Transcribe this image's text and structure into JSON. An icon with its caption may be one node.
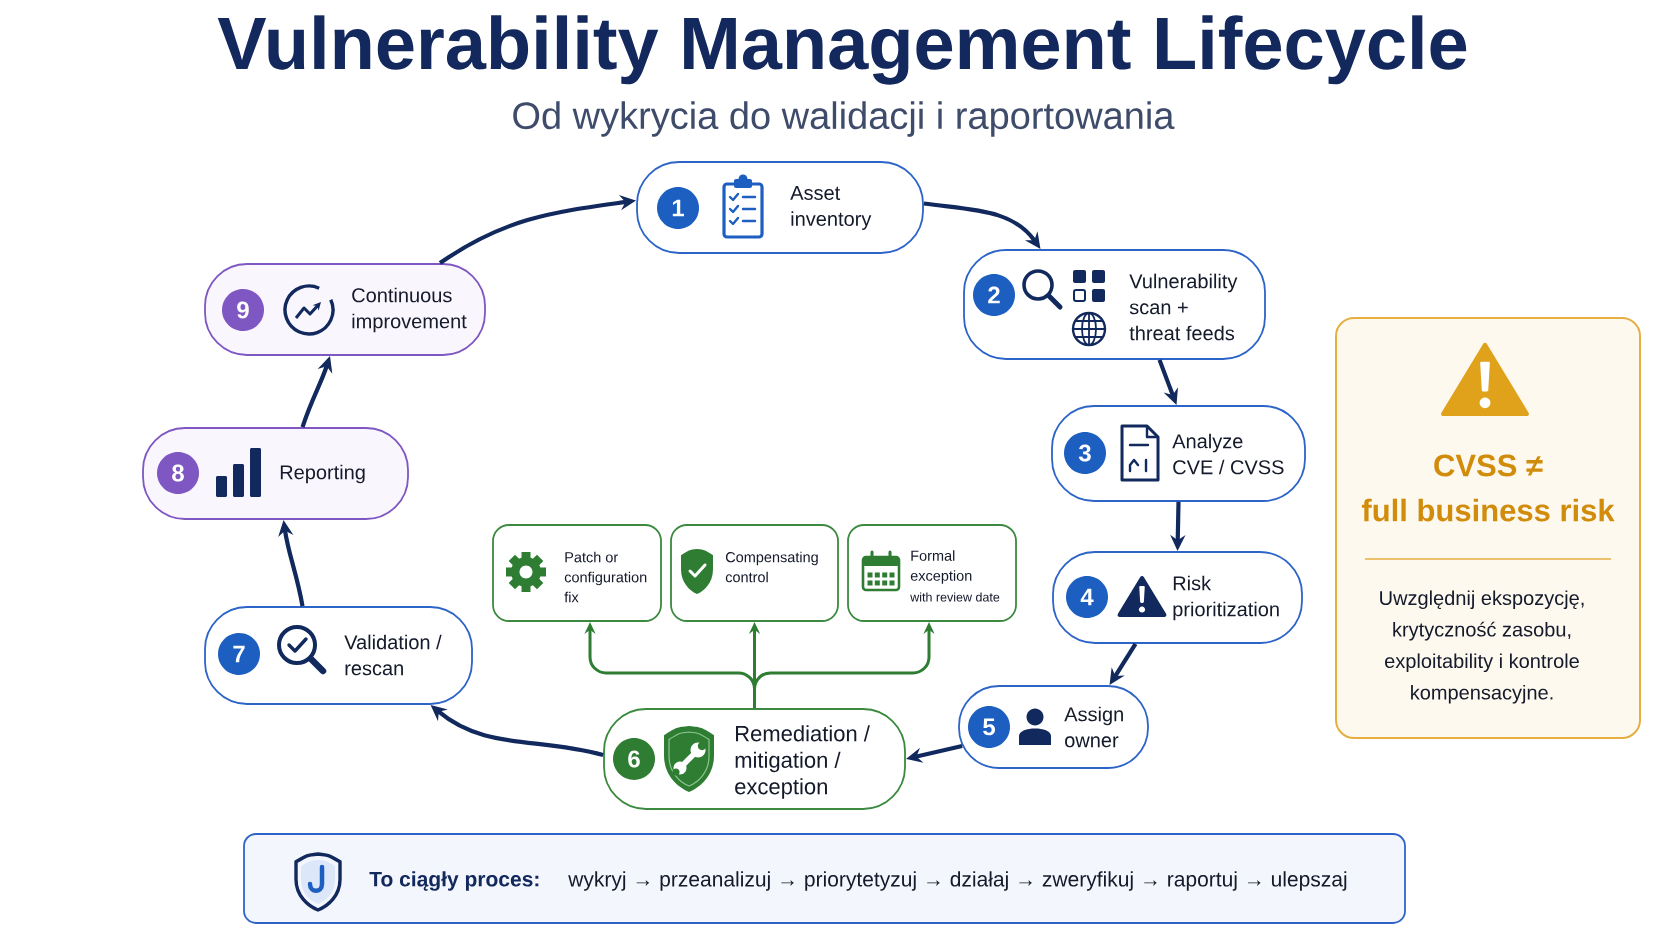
{
  "diagram": {
    "title": "Vulnerability Management Lifecycle",
    "nodes": [
      {
        "text": [
          "1",
          "Asset inventory"
        ]
      },
      {
        "text": [
          "2",
          "Vulnerability scan + threat feeds"
        ]
      },
      {
        "text": [
          "3",
          "Analyze CVE / CVSS"
        ]
      },
      {
        "text": [
          "4",
          "Risk prioritization"
        ]
      },
      {
        "text": [
          "5",
          "Assign owner"
        ]
      },
      {
        "text": [
          "6",
          "Remediation / mitigation / exception"
        ]
      },
      {
        "text": [
          "7",
          "Validation / rescan"
        ]
      },
      {
        "text": [
          "8",
          "Reporting"
        ]
      },
      {
        "text": [
          "9",
          "Continuous improvement"
        ]
      },
      {
        "text": [
          "Patch or configuration fix"
        ]
      },
      {
        "text": [
          "Compensating control"
        ]
      },
      {
        "text": [
          "Formal exception",
          "with review date"
        ]
      },
      {
        "text": [
          "CVSS ≠ full business risk",
          "Uwzględnij ekspozycję, krytyczność zasobu, exploitability i kontrole kompensacyjne."
        ]
      },
      {
        "text": [
          "To ciągły proces:",
          "wykryj → przeanalizuj → priorytetyzuj → działaj → zweryfikuj → raportuj → ulepszaj"
        ]
      }
    ],
    "edges": [
      {
        "from": 8,
        "to": 0,
        "arrow": "to"
      },
      {
        "from": 0,
        "to": 1,
        "arrow": "to"
      },
      {
        "from": 1,
        "to": 2,
        "arrow": "to"
      },
      {
        "from": 2,
        "to": 3,
        "arrow": "to"
      },
      {
        "from": 3,
        "to": 4,
        "arrow": "to"
      },
      {
        "from": 4,
        "to": 5,
        "arrow": "to"
      },
      {
        "from": 5,
        "to": 6,
        "arrow": "to"
      },
      {
        "from": 6,
        "to": 7,
        "arrow": "to"
      },
      {
        "from": 7,
        "to": 8,
        "arrow": "to"
      },
      {
        "from": 5,
        "to": 9,
        "arrow": "to",
        "color": "#2e7d32"
      },
      {
        "from": 5,
        "to": 10,
        "arrow": "to",
        "color": "#2e7d32"
      },
      {
        "from": 5,
        "to": 11,
        "arrow": "to",
        "color": "#2e7d32"
      }
    ],
    "labels": [
      "Od wykrycia do walidacji i raportowania"
    ]
  }
}
